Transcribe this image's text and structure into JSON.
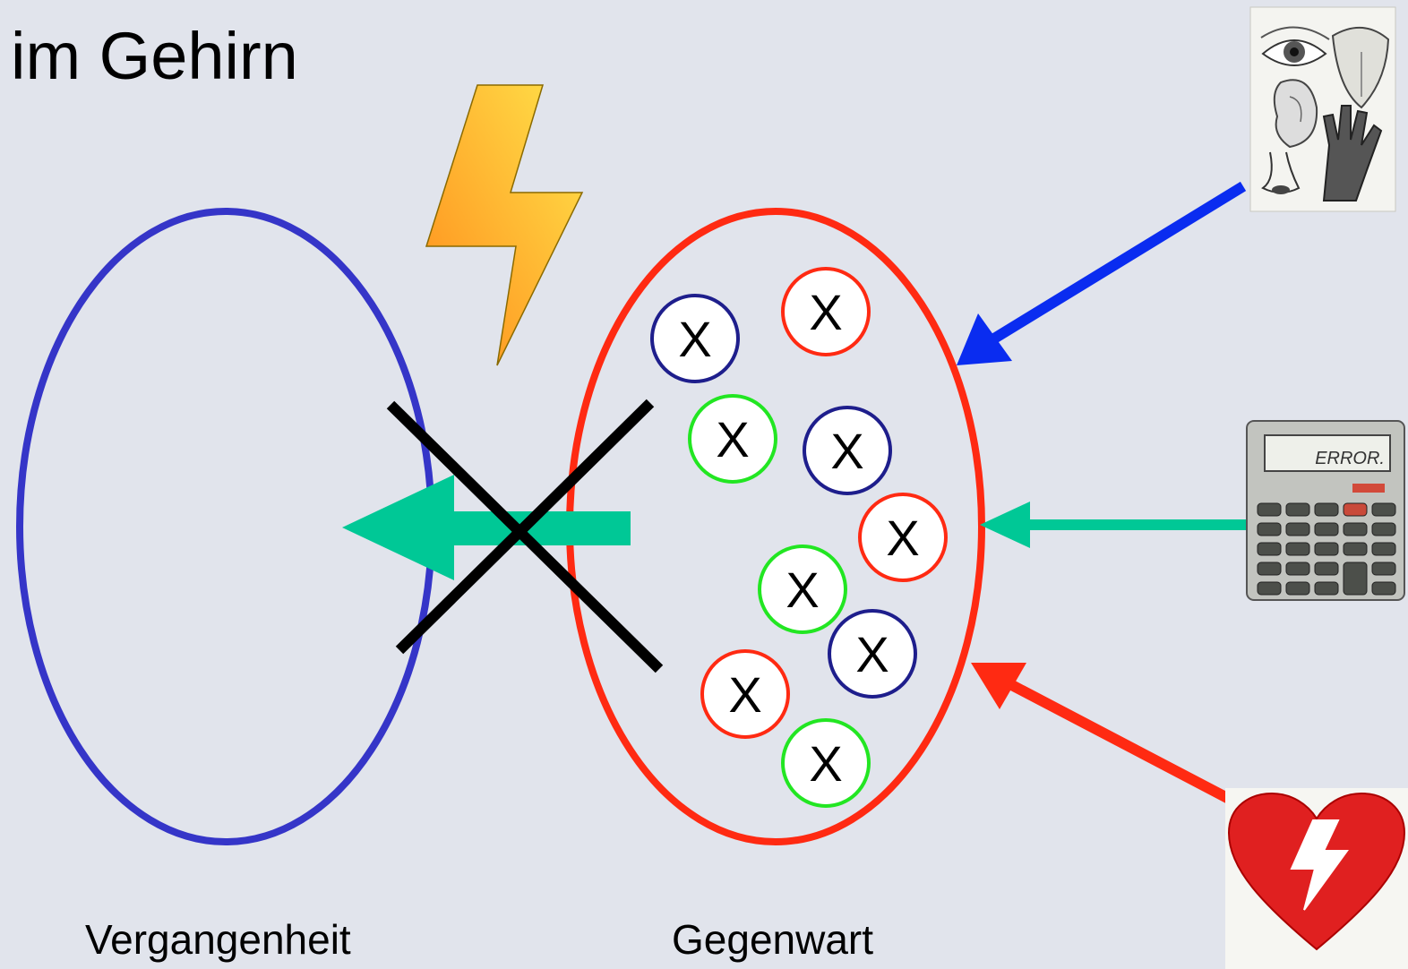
{
  "title": "im Gehirn",
  "labels": {
    "past": "Vergangenheit",
    "present": "Gegenwart"
  },
  "colors": {
    "background": "#e1e4ec",
    "past_ellipse": "#3535c8",
    "present_ellipse": "#ff2a12",
    "arrow_teal": "#00c896",
    "arrow_blue": "#0a2cf0",
    "arrow_red": "#ff2a12",
    "circle_red": "#ff2a12",
    "circle_blue": "#1e1e8c",
    "circle_green": "#22e622",
    "cross": "#000000"
  },
  "markers": [
    {
      "symbol": "X",
      "ring": "blue"
    },
    {
      "symbol": "X",
      "ring": "red"
    },
    {
      "symbol": "X",
      "ring": "green"
    },
    {
      "symbol": "X",
      "ring": "blue"
    },
    {
      "symbol": "X",
      "ring": "red"
    },
    {
      "symbol": "X",
      "ring": "green"
    },
    {
      "symbol": "X",
      "ring": "blue"
    },
    {
      "symbol": "X",
      "ring": "red"
    },
    {
      "symbol": "X",
      "ring": "green"
    }
  ],
  "pictures": {
    "senses": "senses-drawing-icon",
    "calculator": "calculator-icon",
    "calculator_display": "ERROR.",
    "heart": "heart-lightning-icon",
    "lightning": "lightning-bolt-icon"
  }
}
